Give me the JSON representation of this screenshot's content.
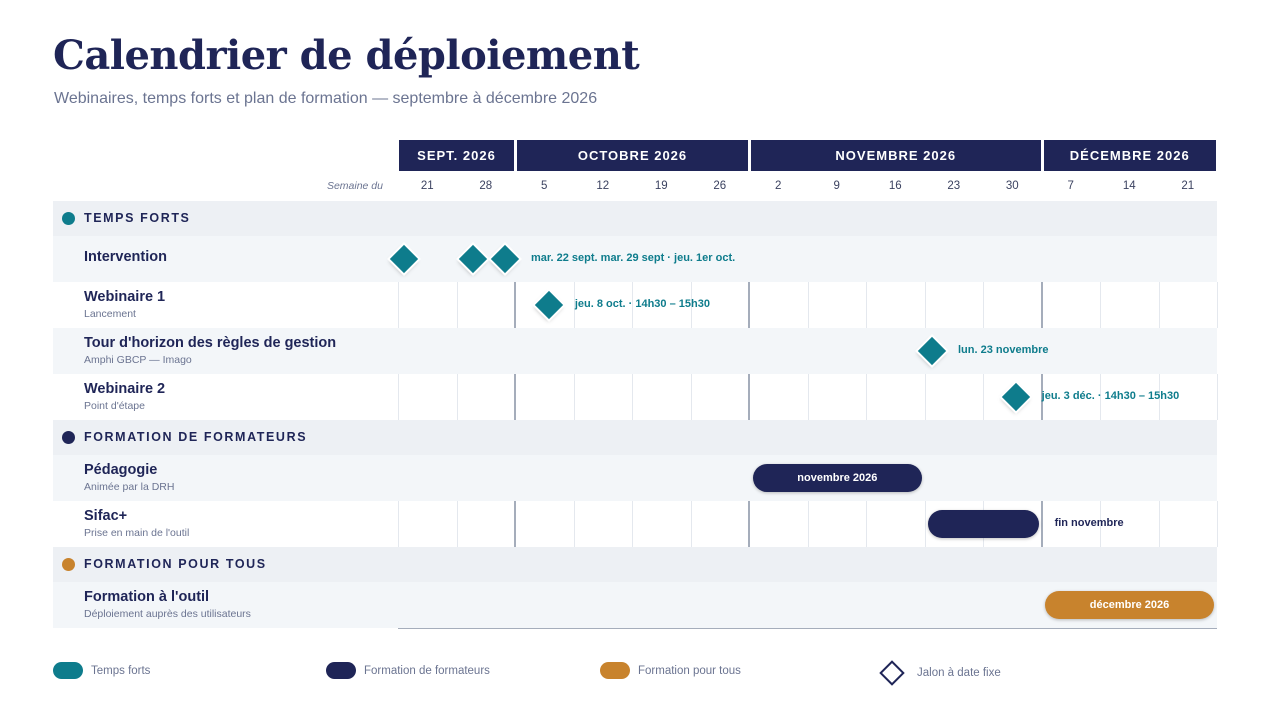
{
  "header": {
    "title": "Calendrier de déploiement",
    "subtitle": "Webinaires, temps forts et plan de formation — septembre à décembre 2026"
  },
  "timeline": {
    "week_caption": "Semaine du",
    "months": [
      {
        "label": "SEPT. 2026",
        "weeks": 2
      },
      {
        "label": "OCTOBRE 2026",
        "weeks": 4
      },
      {
        "label": "NOVEMBRE 2026",
        "weeks": 5
      },
      {
        "label": "DÉCEMBRE 2026",
        "weeks": 3
      }
    ],
    "weeks": [
      "21",
      "28",
      "5",
      "12",
      "19",
      "26",
      "2",
      "9",
      "16",
      "23",
      "30",
      "7",
      "14",
      "21"
    ]
  },
  "groups": [
    {
      "label": "TEMPS FORTS",
      "color": "#0e7c8c",
      "rows": [
        {
          "title": "Intervention",
          "subtitle": "",
          "milestones": [
            0.04,
            1.21,
            1.76
          ],
          "annotation": "mar. 22 sept. mar. 29 sept · jeu. 1er oct."
        },
        {
          "title": "Webinaire 1",
          "subtitle": "Lancement",
          "milestones": [
            2.51
          ],
          "annotation": "jeu. 8 oct. · 14h30 – 15h30"
        },
        {
          "title": "Tour d'horizon des règles de gestion",
          "subtitle": "Amphi GBCP — Imago",
          "milestones": [
            9.06
          ],
          "annotation": "lun. 23 novembre"
        },
        {
          "title": "Webinaire 2",
          "subtitle": "Point d'étape",
          "milestones": [
            10.49
          ],
          "annotation": "jeu. 3 déc. · 14h30 – 15h30"
        }
      ]
    },
    {
      "label": "FORMATION DE FORMATEURS",
      "color": "#1f2557",
      "rows": [
        {
          "title": "Pédagogie",
          "subtitle": "Animée par la DRH",
          "bar": {
            "start": 6.06,
            "end": 8.96,
            "label": "novembre 2026",
            "label_outside": false
          }
        },
        {
          "title": "Sifac+",
          "subtitle": "Prise en main de l'outil",
          "bar": {
            "start": 9.06,
            "end": 10.95,
            "label": "fin novembre",
            "label_outside": true
          }
        }
      ]
    },
    {
      "label": "FORMATION POUR TOUS",
      "color": "#c8832d",
      "rows": [
        {
          "title": "Formation à l'outil",
          "subtitle": "Déploiement auprès des utilisateurs",
          "bar": {
            "start": 11.06,
            "end": 13.95,
            "label": "décembre 2026",
            "label_outside": false
          }
        }
      ]
    }
  ],
  "legend": [
    {
      "type": "swatch",
      "color": "#0e7c8c",
      "label": "Temps forts"
    },
    {
      "type": "swatch",
      "color": "#1f2557",
      "label": "Formation de formateurs"
    },
    {
      "type": "swatch",
      "color": "#c8832d",
      "label": "Formation pour tous"
    },
    {
      "type": "diamond",
      "color": "#1f2557",
      "label": "Jalon à date fixe"
    }
  ]
}
